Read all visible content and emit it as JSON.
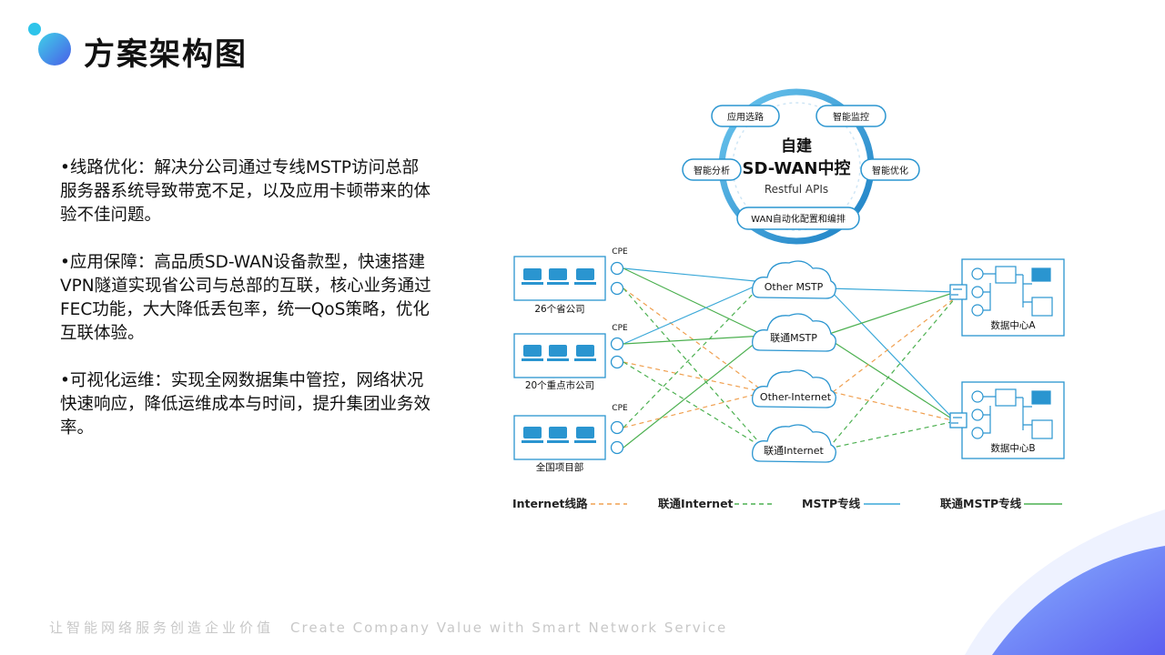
{
  "title": "方案架构图",
  "bullets": [
    "•线路优化：解决分公司通过专线MSTP访问总部服务器系统导致带宽不足，以及应用卡顿带来的体验不佳问题。",
    "•应用保障：高品质SD-WAN设备款型，快速搭建VPN隧道实现省公司与总部的互联，核心业务通过FEC功能，大大降低丢包率，统一QoS策略，优化互联体验。",
    "•可视化运维：实现全网数据集中管控，网络状况快速响应，降低运维成本与时间，提升集团业务效率。"
  ],
  "diagram": {
    "controller": {
      "title_line1": "自建",
      "title_line2": "SD-WAN中控",
      "subtitle": "Restful APIs",
      "features": [
        "应用选路",
        "智能监控",
        "智能分析",
        "智能优化",
        "WAN自动化配置和编排"
      ]
    },
    "sites": [
      {
        "label": "26个省公司",
        "cpe": "CPE"
      },
      {
        "label": "20个重点市公司",
        "cpe": "CPE"
      },
      {
        "label": "全国项目部",
        "cpe": "CPE"
      }
    ],
    "clouds": [
      "Other MSTP",
      "联通MSTP",
      "Other-Internet",
      "联通Internet"
    ],
    "datacenters": [
      "数据中心A",
      "数据中心B"
    ],
    "legend": [
      {
        "label": "Internet线路",
        "color": "#f0a050",
        "dash": true
      },
      {
        "label": "联通Internet",
        "color": "#4cb050",
        "dash": true
      },
      {
        "label": "MSTP专线",
        "color": "#3aa8d8",
        "dash": false
      },
      {
        "label": "联通MSTP专线",
        "color": "#4cb050",
        "dash": false
      }
    ],
    "colors": {
      "accent": "#2a95d0",
      "frame": "#4a8fc8"
    }
  },
  "footer": {
    "cn": "让智能网络服务创造企业价值",
    "en": "Create Company Value with Smart Network Service"
  }
}
